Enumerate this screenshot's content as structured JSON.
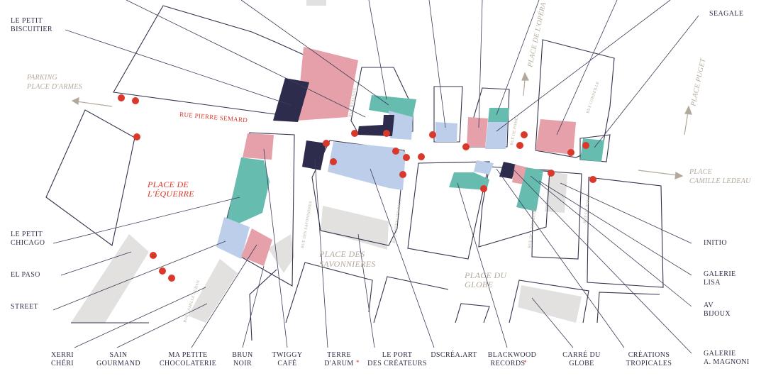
{
  "colors": {
    "pink": "#e6a0a9",
    "teal": "#66bcae",
    "blue": "#bccee9",
    "navy": "#2e2c4c",
    "gray": "#e2e1df",
    "red": "#d9382a",
    "beige": "#b3a99b",
    "line": "#3d3c5a"
  },
  "places": {
    "place_equerre": [
      "PLACE DE",
      "L'ÉQUERRE"
    ],
    "parking": [
      "PARKING",
      "PLACE D'ARMES"
    ],
    "place_camille": [
      "PLACE",
      "CAMILLE LEDEAU"
    ],
    "place_savonnieres": [
      "PLACE DES",
      "SAVONNIERES"
    ],
    "place_globe": [
      "PLACE DU",
      "GLOBE"
    ],
    "place_opera": "PLACE DE L'OPÉRA",
    "place_puget": "PLACE PUGET"
  },
  "streets": {
    "rue_pierre_semard": "RUE PIERRE SEMARD",
    "rue_beauvau": "RUE BEAUVAU",
    "rue_de_pomet": "RUE DE POMET",
    "rue_corneille": "RUE CORNEILLE",
    "rue_savonnieres": "RUE DES SAVONNIERES",
    "rue_chevalier_paul": "RUE CHEVALIER PAUL",
    "rue_camille_auban": "RUE CAMILLE AUBAN",
    "rue_de_l_humilite": "RUE DE L'HUMILITÉ",
    "rue_de_pomet_2": "RUE DE POMET"
  },
  "shops_top": {
    "le_petit_biscuitier": [
      "LE PETIT",
      "BISCUITIER"
    ],
    "seagale": [
      "SEAGALE"
    ]
  },
  "shops_left": {
    "le_petit_chicago": [
      "LE PETIT",
      "CHICAGO"
    ],
    "el_paso": [
      "EL PASO"
    ],
    "street": [
      "STREET"
    ]
  },
  "shops_right": {
    "initio": [
      "INITIO"
    ],
    "galerie_lisa": [
      "GALERIE",
      "LISA"
    ],
    "av_bijoux": [
      "AV",
      "BIJOUX"
    ],
    "galerie_magnoni": [
      "GALERIE",
      "A. MAGNONI"
    ]
  },
  "shops_bottom": {
    "xerri_cheri": [
      "XERRI",
      "CHÉRI"
    ],
    "sain_gourmand": [
      "SAIN",
      "GOURMAND"
    ],
    "ma_petite_chocolaterie": [
      "MA PETITE",
      "CHOCOLATERIE"
    ],
    "brun_noir": [
      "BRUN",
      "NOIR"
    ],
    "twiggy_cafe": [
      "TWIGGY",
      "CAFÉ"
    ],
    "terre_darum": [
      "TERRE",
      "D'ARUM"
    ],
    "le_port_des_createurs": [
      "LE PORT",
      "DES CRÉATEURS"
    ],
    "dscrea_art": [
      "DSCRÉA.ART"
    ],
    "blackwood_records": [
      "BLACKWOOD",
      "RECORDS"
    ],
    "carre_du_globe": [
      "CARRÉ DU",
      "GLOBE"
    ],
    "creations_tropicales": [
      "CRÉATIONS",
      "TROPICALES"
    ]
  },
  "star": "*"
}
